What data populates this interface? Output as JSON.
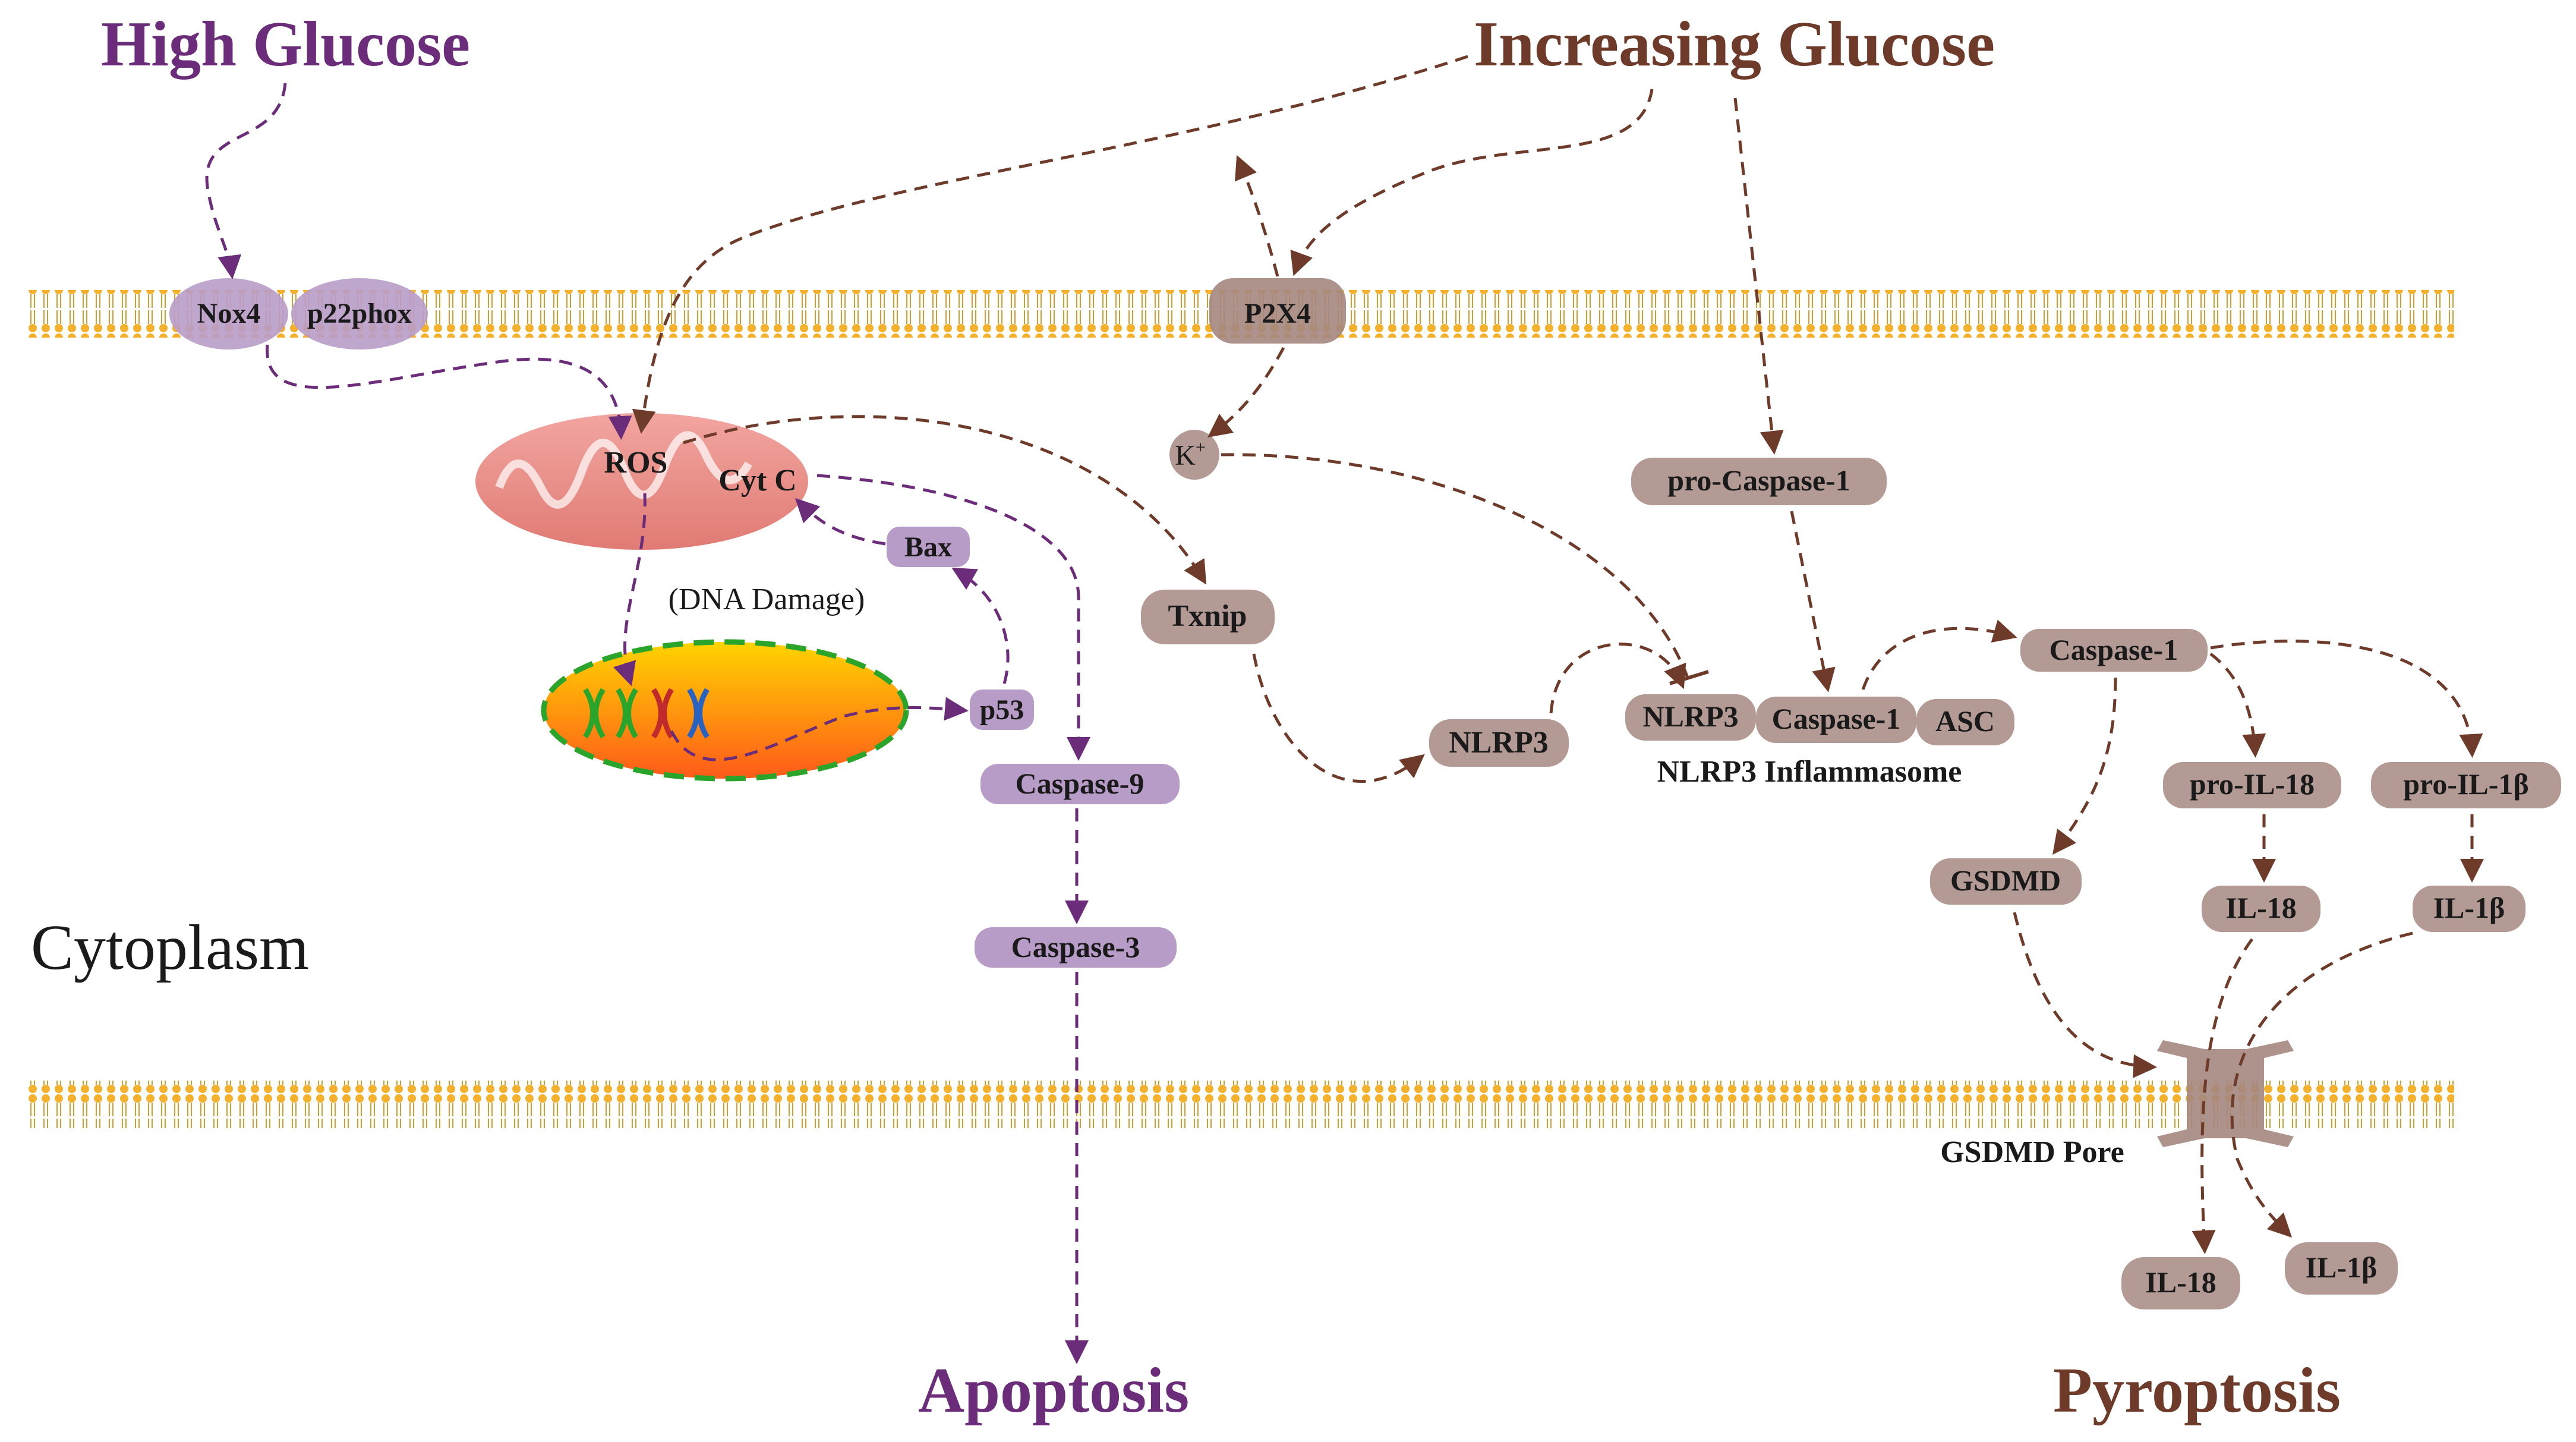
{
  "titles": {
    "high_glucose": "High Glucose",
    "increasing_glucose": "Increasing Glucose",
    "cytoplasm": "Cytoplasm",
    "apoptosis": "Apoptosis",
    "pyroptosis": "Pyroptosis"
  },
  "proteins": {
    "nox4": "Nox4",
    "p22phox": "p22phox",
    "p2x4": "P2X4",
    "k_ion": "K",
    "k_sup": "+",
    "ros": "ROS",
    "cytc": "Cyt C",
    "dna_damage": "(DNA Damage)",
    "bax": "Bax",
    "p53": "p53",
    "caspase9": "Caspase-9",
    "caspase3": "Caspase-3",
    "txnip": "Txnip",
    "nlrp3": "NLRP3",
    "nlrp3_in": "NLRP3",
    "caspase1_in": "Caspase-1",
    "asc": "ASC",
    "inflammasome": "NLRP3 Inflammasome",
    "pro_caspase1": "pro-Caspase-1",
    "caspase1": "Caspase-1",
    "pro_il18": "pro-IL-18",
    "pro_il1b": "pro-IL-1β",
    "gsdmd": "GSDMD",
    "il18": "IL-18",
    "il1b": "IL-1β",
    "gsdmd_pore": "GSDMD Pore",
    "il18_out": "IL-18",
    "il1b_out": "IL-1β"
  },
  "colors": {
    "purple": "#6b2c7a",
    "brown": "#6e3b2a",
    "purple_protein": "#b89cc8",
    "brown_protein": "#b39a94",
    "membrane": "#f3b12d",
    "mitochondrion": "#ea8f8a",
    "nucleus_fill": "#ff8a00",
    "nucleus_border": "#2ba42b"
  }
}
